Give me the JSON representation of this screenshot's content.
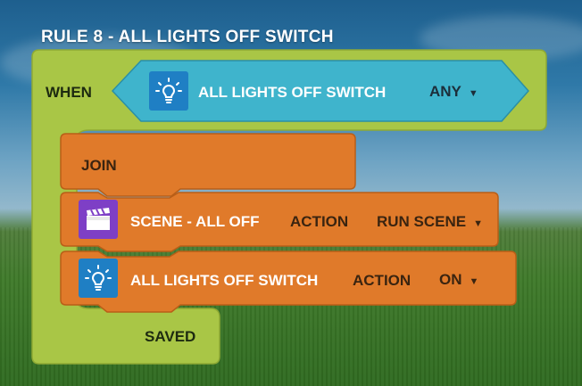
{
  "rule": {
    "title": "RULE 8 - ALL LIGHTS OFF SWITCH"
  },
  "trigger": {
    "when_label": "WHEN",
    "device_name": "ALL LIGHTS OFF SWITCH",
    "condition_value": "ANY",
    "icon": "lightbulb-icon"
  },
  "actions": {
    "join_label": "JOIN",
    "items": [
      {
        "device_name": "SCENE - ALL OFF",
        "action_label": "ACTION",
        "action_value": "RUN SCENE",
        "icon": "clapperboard-icon"
      },
      {
        "device_name": "ALL LIGHTS OFF SWITCH",
        "action_label": "ACTION",
        "action_value": "ON",
        "icon": "lightbulb-icon"
      }
    ]
  },
  "footer": {
    "saved_label": "SAVED"
  },
  "colors": {
    "rule_block": "#a9c646",
    "trigger_block": "#3fb4cc",
    "action_block": "#e07a2a",
    "light_icon_bg": "#1f7fc4",
    "scene_icon_bg": "#7e3fc6"
  }
}
